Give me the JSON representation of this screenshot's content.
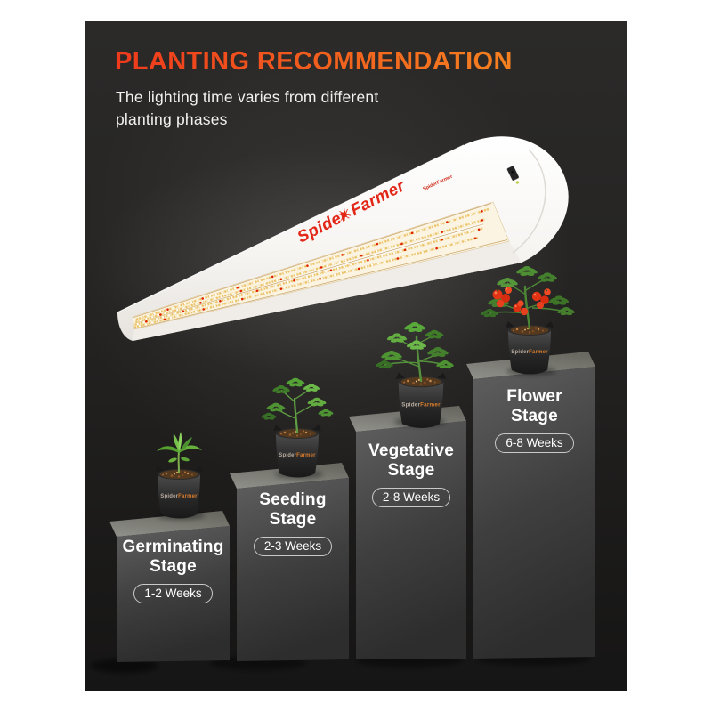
{
  "header": {
    "title": "PLANTING RECOMMENDATION",
    "subtitle_line1": "The lighting time varies from different",
    "subtitle_line2": "planting phases"
  },
  "brand": {
    "lamp_spider": "Spider",
    "lamp_farmer": "Farmer",
    "board_label": "SpiderFarmer",
    "pot_spider": "Spider",
    "pot_farmer": "Farmer"
  },
  "stages": [
    {
      "name_line1": "Germinating",
      "name_line2": "Stage",
      "weeks": "1-2 Weeks"
    },
    {
      "name_line1": "Seeding",
      "name_line2": "Stage",
      "weeks": "2-3 Weeks"
    },
    {
      "name_line1": "Vegetative",
      "name_line2": "Stage",
      "weeks": "2-8 Weeks"
    },
    {
      "name_line1": "Flower",
      "name_line2": "Stage",
      "weeks": "6-8 Weeks"
    }
  ],
  "colors": {
    "title_gradient_start": "#ef3a1c",
    "title_gradient_end": "#f58120",
    "lamp_brand_red": "#e22718",
    "pot_brand_orange": "#d97b2a",
    "panel_background": "#232221",
    "pedestal_front": "#4a4a4a",
    "pedestal_top": "#7d7d76",
    "badge_border": "#c9c9c9"
  }
}
